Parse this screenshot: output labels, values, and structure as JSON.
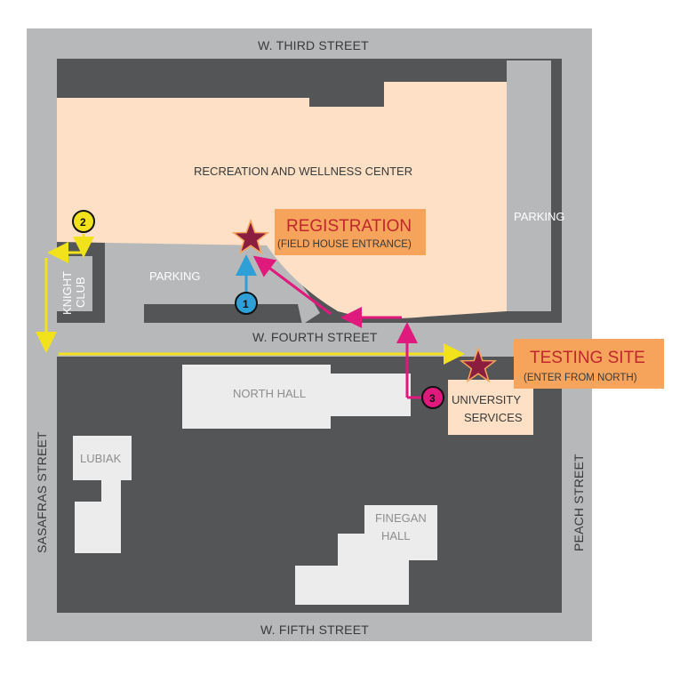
{
  "streets": {
    "north": "W. THIRD STREET",
    "middle": "W. FOURTH STREET",
    "south": "W. FIFTH STREET",
    "west": "SASAFRAS STREET",
    "east": "PEACH STREET"
  },
  "buildings": {
    "rec_center": "RECREATION AND WELLNESS CENTER",
    "parking_east": "PARKING",
    "parking_west": "PARKING",
    "knight_club": [
      "KNIGHT",
      "CLUB"
    ],
    "north_hall": "NORTH HALL",
    "university_services": [
      "UNIVERSITY",
      "SERVICES"
    ],
    "lubiak": "LUBIAK",
    "finegan_hall": [
      "FINEGAN",
      "HALL"
    ]
  },
  "callouts": {
    "registration": {
      "title": "REGISTRATION",
      "subtitle": "(FIELD HOUSE ENTRANCE)"
    },
    "testing": {
      "title": "TESTING SITE",
      "subtitle": "(ENTER FROM NORTH)"
    }
  },
  "markers": [
    {
      "number": "1",
      "color": "#2f9fd8"
    },
    {
      "number": "2",
      "color": "#f2e21b"
    },
    {
      "number": "3",
      "color": "#e0197d"
    }
  ],
  "colors": {
    "street": "#b7b8ba",
    "block": "#545557",
    "building_rec": "#fde0c5",
    "building_other": "#ececec",
    "callout_bg": "#f6a35c",
    "star": "#8b1e3f",
    "route_yellow": "#f2e21b",
    "route_pink": "#e0197d",
    "route_blue": "#2f9fd8"
  }
}
